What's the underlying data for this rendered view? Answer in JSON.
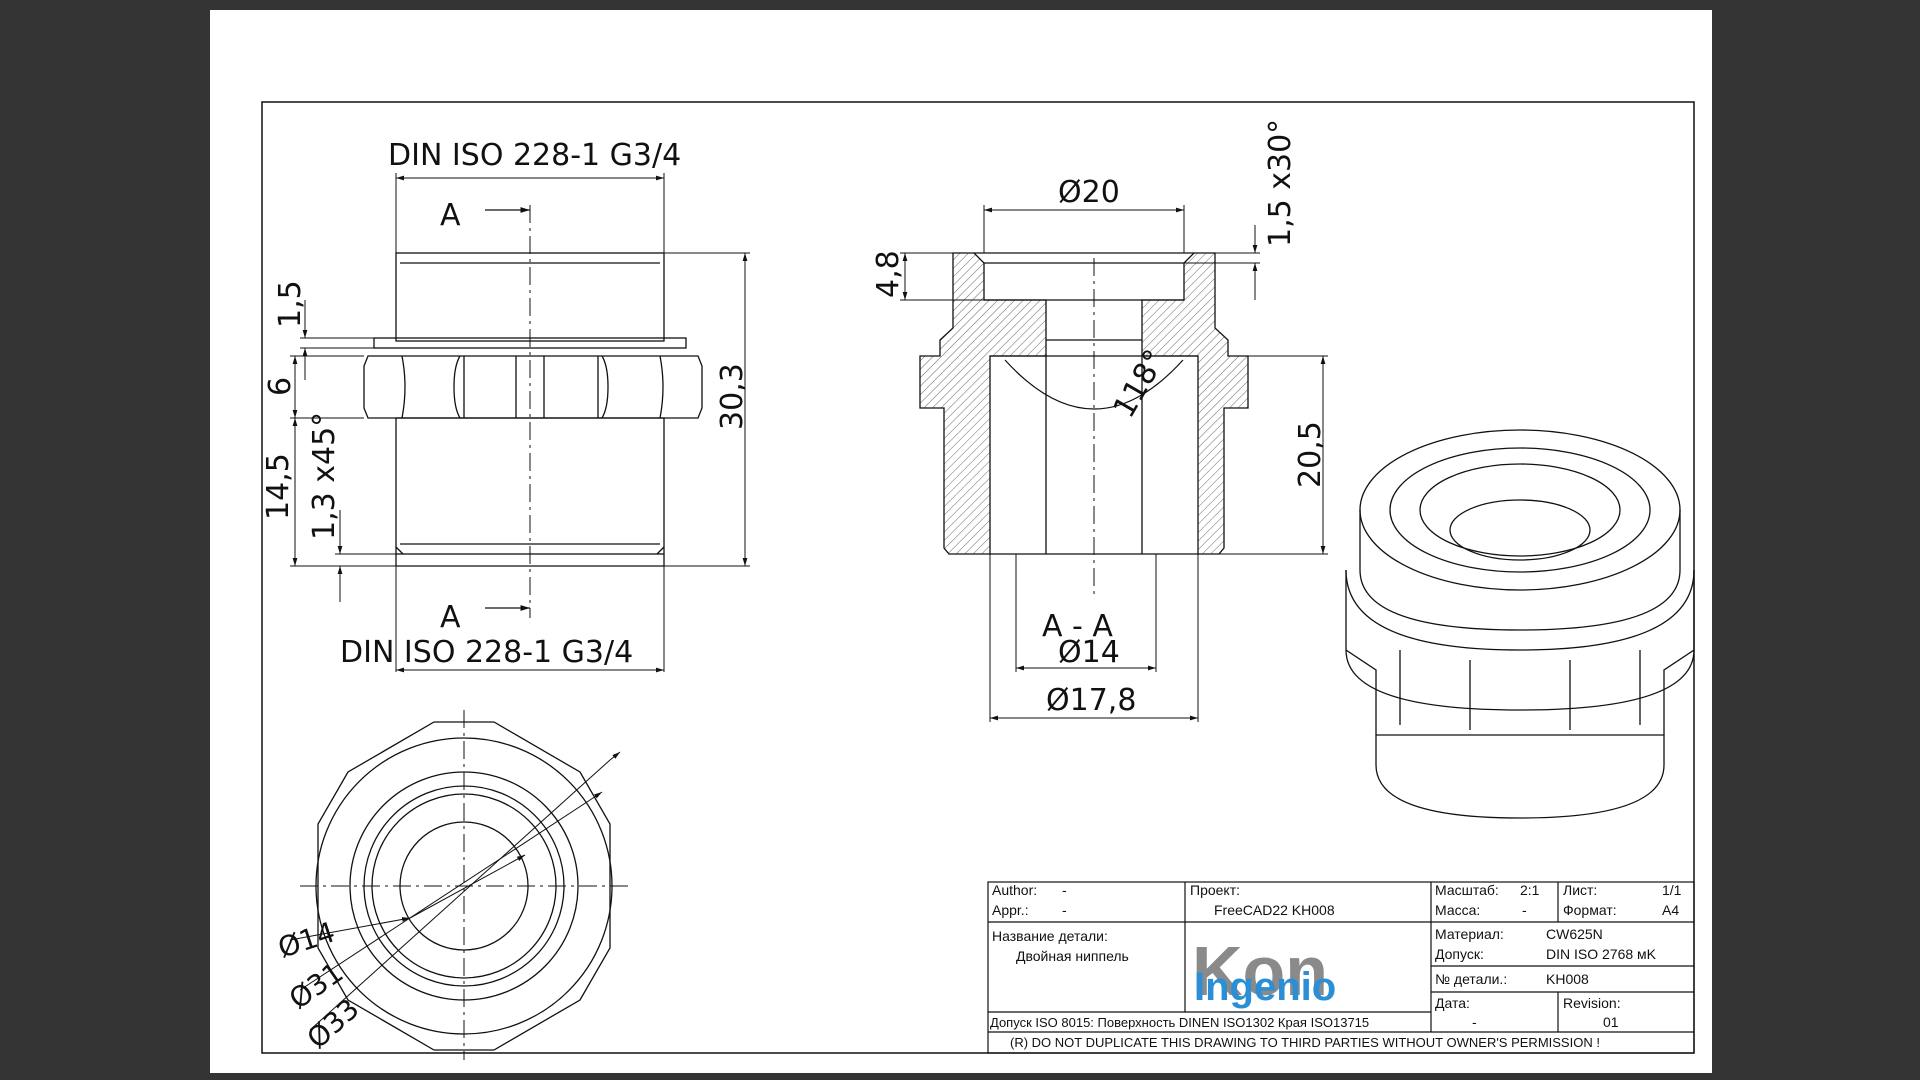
{
  "colors": {
    "background": "#333333",
    "sheet": "#ffffff",
    "ink": "#111111",
    "logo_gray": "#8a8a8a",
    "logo_blue": "#2b8fd6"
  },
  "front_view": {
    "thread_top": "DIN  ISO  228-1  G3/4",
    "thread_bottom": "DIN  ISO  228-1  G3/4",
    "section_mark": "A",
    "dim_1_5": "1,5",
    "dim_6": "6",
    "dim_14_5": "14,5",
    "dim_chamfer": "1,3  x45°",
    "dim_30_3": "30,3"
  },
  "section_view": {
    "dia_20": "Ø20",
    "chamfer_top": "1,5  x30°",
    "dim_4_8": "4,8",
    "angle": "118°",
    "dim_20_5": "20,5",
    "section_label": "A  -  A",
    "dia_14": "Ø14",
    "dia_17_8": "Ø17,8"
  },
  "top_view": {
    "dia_14": "Ø14",
    "dia_31": "Ø31",
    "dia_33": "Ø33"
  },
  "title_block": {
    "author_label": "Author:",
    "author_value": "-",
    "appr_label": "Appr.:",
    "appr_value": "-",
    "project_label": "Проект:",
    "project_value": "FreeCAD22 KH008",
    "scale_label": "Масштаб:",
    "scale_value": "2:1",
    "sheet_label": "Лист:",
    "sheet_value": "1/1",
    "mass_label": "Масса:",
    "mass_value": "-",
    "format_label": "Формат:",
    "format_value": "A4",
    "part_name_label": "Название детали:",
    "part_name_value": "Двойная ниппель",
    "material_label": "Материал:",
    "material_value": "CW625N",
    "tolerance_label": "Допуск:",
    "tolerance_value": "DIN ISO 2768 мK",
    "part_no_label": "№ детали.:",
    "part_no_value": "KH008",
    "date_label": "Дата:",
    "date_value": "-",
    "revision_label": "Revision:",
    "revision_value": "01",
    "tolerance_note": "Допуск ISO 8015: Поверхность DINEN ISO1302 Края ISO13715",
    "copyright": "(R) DO NOT DUPLICATE THIS DRAWING TO THIRD PARTIES WITHOUT OWNER'S PERMISSION !",
    "logo_top": "Kon",
    "logo_bottom": "Ingenio"
  }
}
